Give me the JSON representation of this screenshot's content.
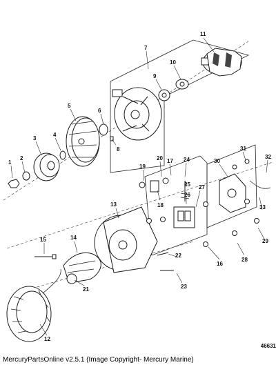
{
  "diagram": {
    "reference_number": "46631",
    "callouts": [
      "1",
      "2",
      "3",
      "4",
      "5",
      "6",
      "7",
      "8",
      "9",
      "10",
      "11",
      "12",
      "13",
      "14",
      "15",
      "16",
      "17",
      "18",
      "19",
      "20",
      "21",
      "22",
      "23",
      "24",
      "25",
      "26",
      "27",
      "28",
      "29",
      "30",
      "31",
      "32",
      "33"
    ]
  },
  "footer": {
    "copyright": "MercuryPartsOnline v2.5.1 (Image Copyright- Mercury Marine)"
  }
}
